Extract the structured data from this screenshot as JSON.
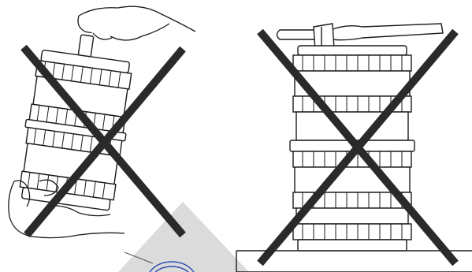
{
  "panels": [
    {
      "depicts": "hands-holding-stacked-filter-cartridges",
      "status": "prohibited"
    },
    {
      "depicts": "stacked-filter-cartridges-with-clamp-on-surface",
      "status": "prohibited"
    }
  ],
  "colors": {
    "line_art": "#1a1a1a",
    "cross": "#2a2a2a",
    "shadow_overlay": "#cfcfcf",
    "accent_ring": "#2f4fb0",
    "background": "#ffffff"
  },
  "icons": [
    "prohibited-cross-icon",
    "prohibited-cross-icon"
  ]
}
